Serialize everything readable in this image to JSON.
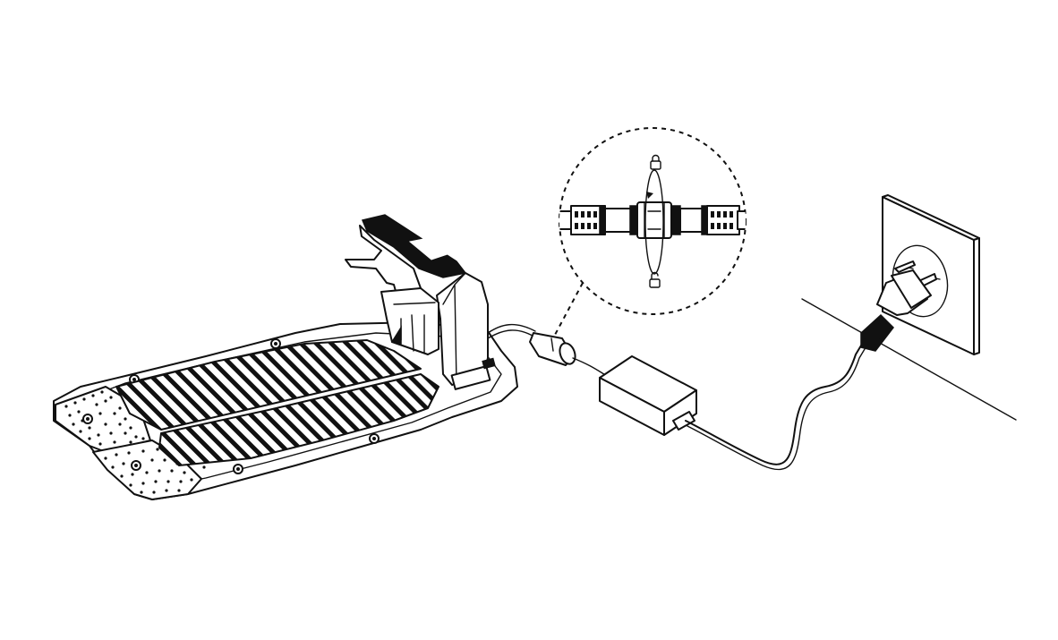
{
  "figure": {
    "components": [
      "charging-station",
      "cable-connector",
      "power-adapter",
      "power-plug",
      "wall-outlet"
    ],
    "icons": {
      "lock": "lock-icon",
      "unlock": "unlock-icon",
      "rotate": "rotation-arrow-icon"
    },
    "colors": {
      "line": "#111111",
      "background": "#ffffff"
    }
  }
}
